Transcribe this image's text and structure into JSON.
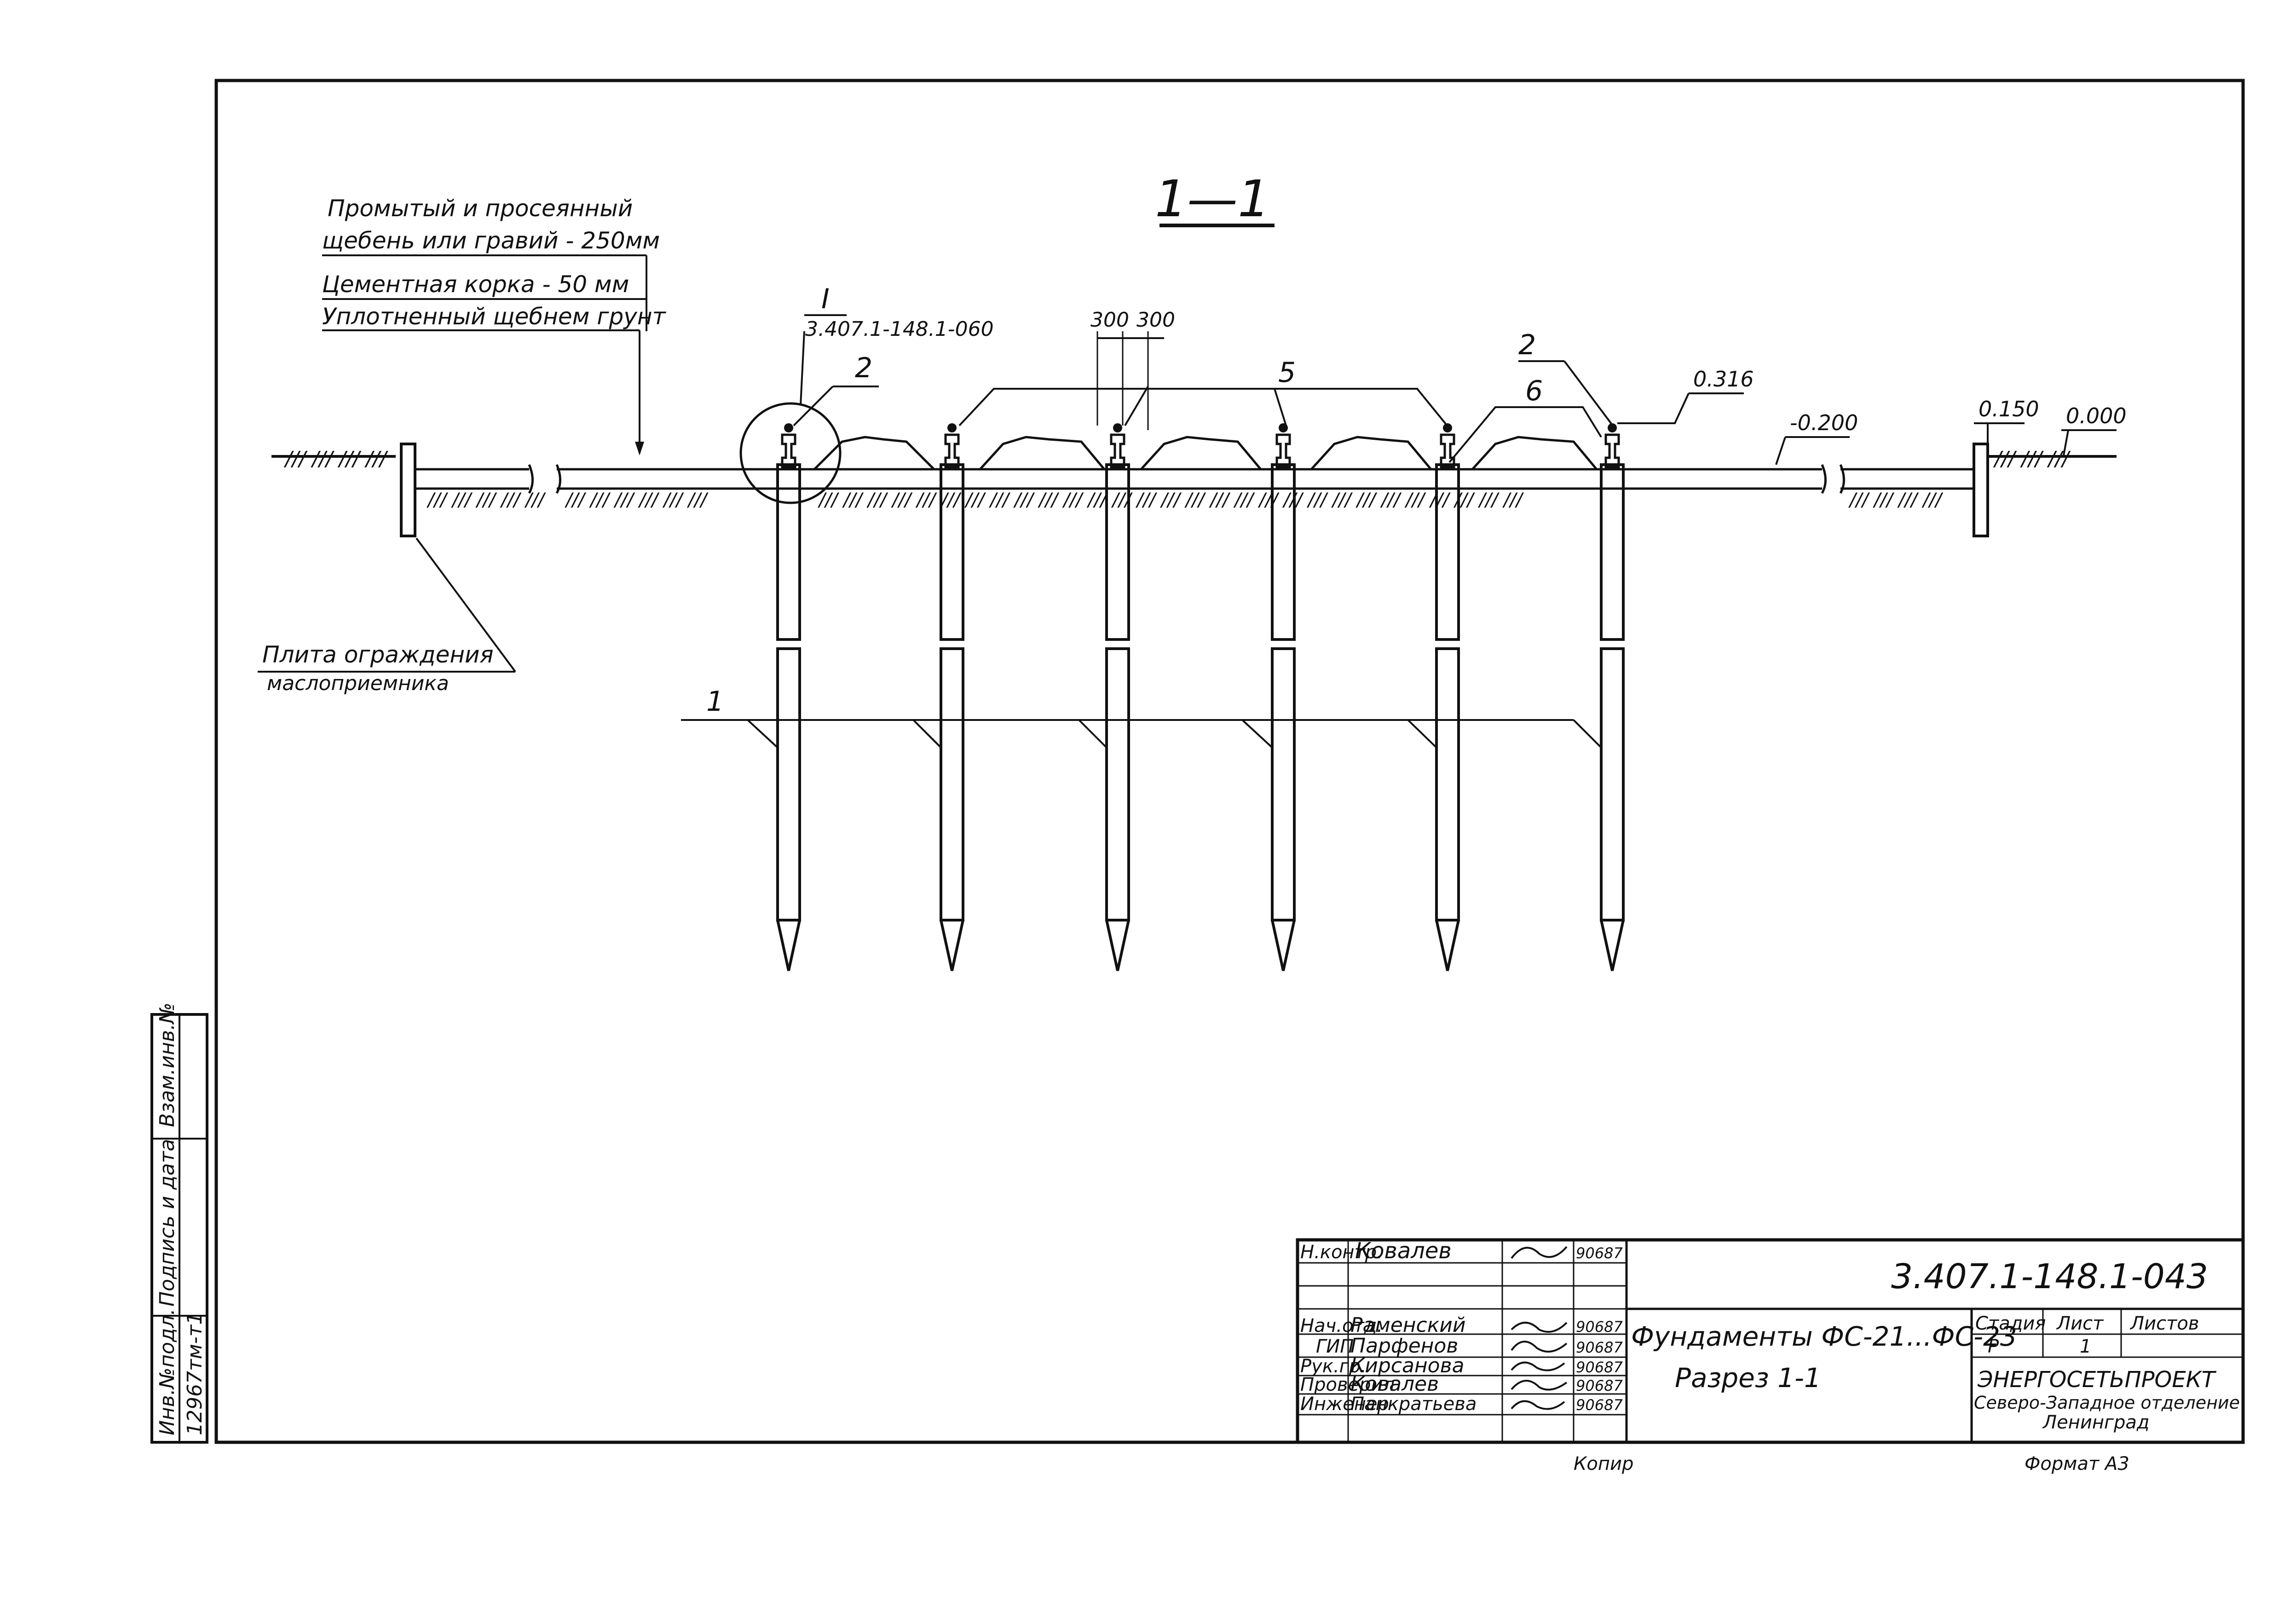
{
  "section_title": "1—1",
  "notes": {
    "layer1_line1": "Промытый  и  просеянный",
    "layer1_line2": "щебень или гравий - 250мм",
    "layer2": "Цементная корка  - 50 мм",
    "layer3": "Уплотненный щебнем  грунт"
  },
  "callouts": {
    "detail_mark": "I",
    "detail_ref": "3.407.1-148.1-060",
    "dim_a": "300",
    "dim_b": "300",
    "pos_2a": "2",
    "pos_5": "5",
    "pos_2b": "2",
    "pos_6": "6",
    "pos_1": "1",
    "plate_line1": "Плита ограждения",
    "plate_line2": "маслоприемника"
  },
  "elevations": {
    "e316": "0.316",
    "e200": "-0.200",
    "e150": "0.150",
    "e000": "0.000"
  },
  "side_stamp": {
    "col1": "Инв.№подл.",
    "col2": "Подпись и дата",
    "col3": "Взам.инв.№",
    "inv_value": "12967тм-т1"
  },
  "title_block": {
    "doc_code": "3.407.1-148.1-043",
    "title_line1": "Фундаменты  ФС-21...ФС-23",
    "title_line2": "Разрез  1-1",
    "stage_label": "Стадия",
    "sheet_label": "Лист",
    "sheets_label": "Листов",
    "stage_value": "Р",
    "sheet_value": "1",
    "sheets_value": "",
    "org_line1": "ЭНЕРГОСЕТЬПРОЕКТ",
    "org_line2": "Северо-Западное отделение",
    "org_line3": "Ленинград",
    "rows": [
      {
        "role": "Н.контр.",
        "name": "Ковалев",
        "date": "90687"
      },
      {
        "role": "",
        "name": "",
        "date": ""
      },
      {
        "role": "",
        "name": "",
        "date": ""
      },
      {
        "role": "Нач.отд.",
        "name": "Раменский",
        "date": "90687"
      },
      {
        "role": "ГИП",
        "name": "Парфенов",
        "date": "90687"
      },
      {
        "role": "Рук.гр.",
        "name": "Кирсанова",
        "date": "90687"
      },
      {
        "role": "Проверил",
        "name": "Ковалев",
        "date": "90687"
      },
      {
        "role": "Инженер",
        "name": "Панкратьева",
        "date": "90687"
      }
    ]
  },
  "footer": {
    "copied": "Копир",
    "format": "Формат А3"
  }
}
